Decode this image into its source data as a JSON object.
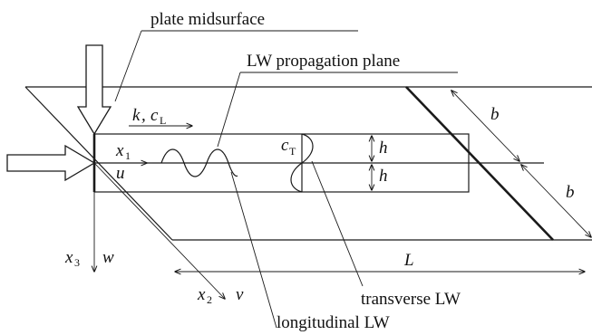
{
  "labels": {
    "plate_midsurface": "plate midsurface",
    "lw_propagation_plane": "LW propagation plane",
    "transverse_lw": "transverse LW",
    "longitudinal_lw": "longitudinal LW"
  },
  "symbols": {
    "k": "k",
    "k_sep": ",",
    "c_L": "c",
    "c_L_sub": "L",
    "c_T": "c",
    "c_T_sub": "T",
    "x1": "x",
    "x1_sub": "1",
    "u": "u",
    "x2": "x",
    "x2_sub": "2",
    "v": "v",
    "x3": "x",
    "x3_sub": "3",
    "w": "w",
    "h_top": "h",
    "h_bottom": "h",
    "b_top": "b",
    "b_bottom": "b",
    "L": "L"
  }
}
